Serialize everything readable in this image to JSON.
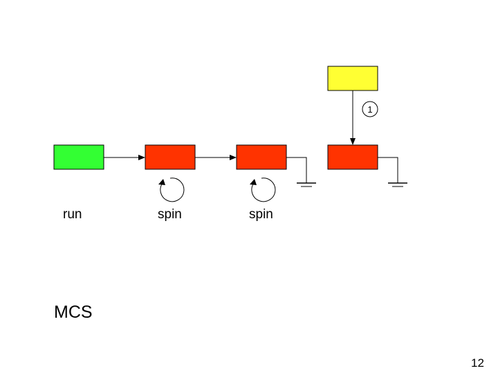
{
  "slide": {
    "title": "MCS",
    "page_number": "12"
  },
  "diagram": {
    "nodes": [
      {
        "id": "n1",
        "color": "#33ff33",
        "label": "run"
      },
      {
        "id": "n2",
        "color": "#ff3300",
        "label": "spin"
      },
      {
        "id": "n3",
        "color": "#ff3300",
        "label": "spin"
      },
      {
        "id": "n4",
        "color": "#ff3300",
        "label": ""
      },
      {
        "id": "n5",
        "color": "#ffff33",
        "label": ""
      }
    ],
    "step_marker": "1"
  }
}
